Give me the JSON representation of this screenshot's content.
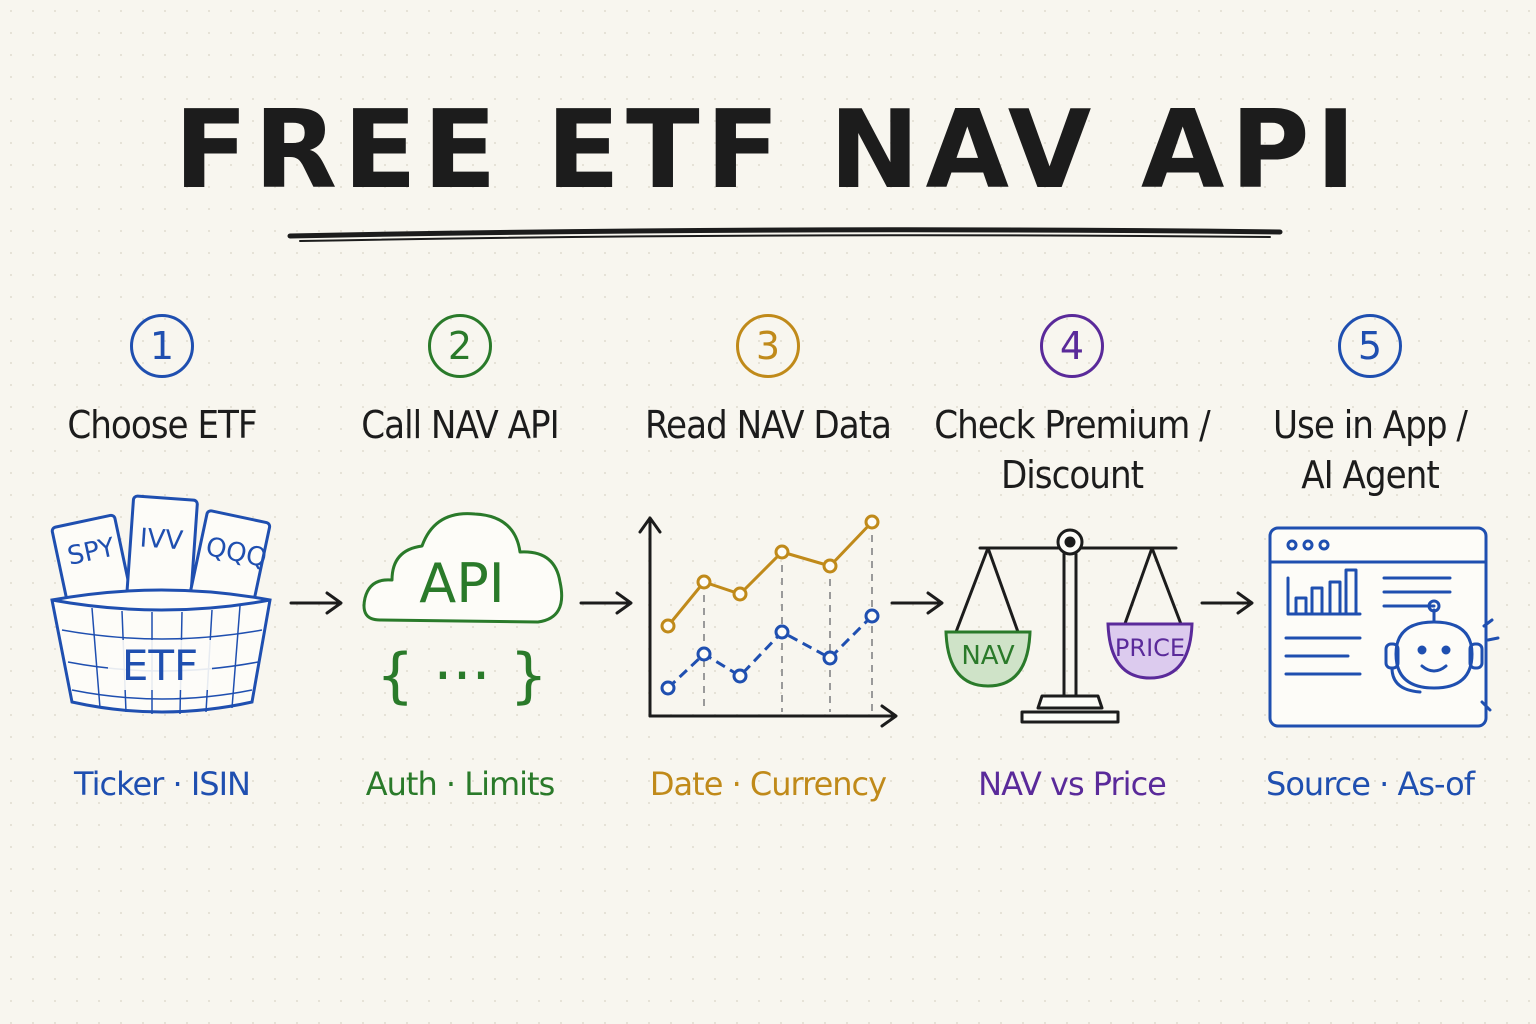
{
  "title": "FREE ETF NAV API",
  "colors": {
    "blue": "#1f4fb0",
    "green": "#2a7a2a",
    "gold": "#c08a1a",
    "purple": "#5a2a9a",
    "ink": "#1c1c1c"
  },
  "steps": [
    {
      "number": "1",
      "heading": "Choose ETF",
      "caption": "Ticker · ISIN",
      "icon": "etf-basket-icon",
      "labels": {
        "card1": "SPY",
        "card2": "IVV",
        "card3": "QQQ",
        "basket": "ETF"
      }
    },
    {
      "number": "2",
      "heading": "Call NAV API",
      "caption": "Auth · Limits",
      "icon": "api-cloud-icon",
      "labels": {
        "cloud": "API",
        "braces": "{ ··· }"
      }
    },
    {
      "number": "3",
      "heading": "Read NAV Data",
      "caption": "Date · Currency",
      "icon": "line-chart-icon"
    },
    {
      "number": "4",
      "heading_line1": "Check Premium /",
      "heading_line2": "Discount",
      "caption": "NAV vs Price",
      "icon": "balance-scale-icon",
      "labels": {
        "left": "NAV",
        "right": "PRICE"
      }
    },
    {
      "number": "5",
      "heading_line1": "Use in App /",
      "heading_line2": "AI Agent",
      "caption": "Source · As-of",
      "icon": "app-window-robot-icon"
    }
  ]
}
